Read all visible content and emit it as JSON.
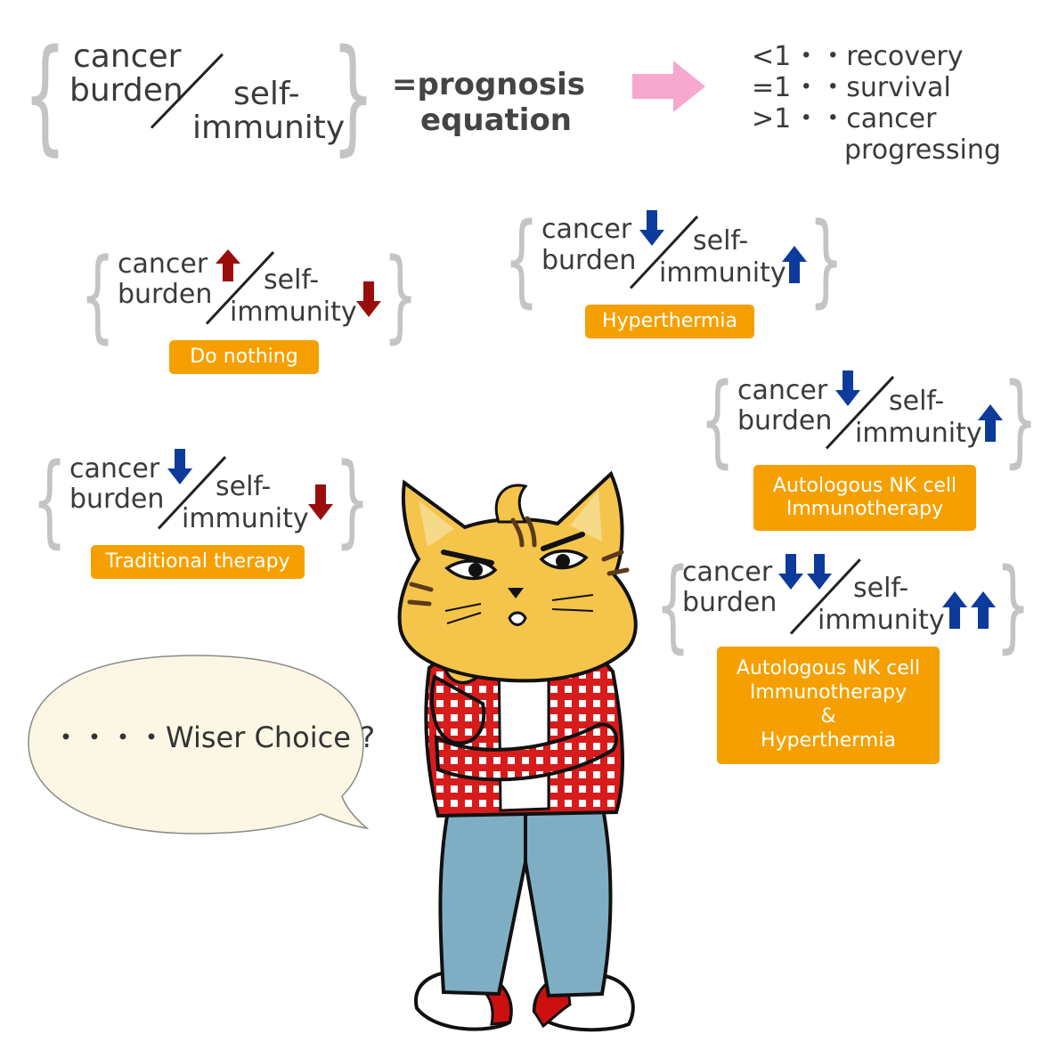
{
  "main_equation": {
    "numerator": "cancer burden",
    "numerator_line1": "cancer",
    "numerator_line2": "burden",
    "denominator_line1": "self-",
    "denominator_line2": "immunity",
    "equals_text": "=prognosis",
    "equals_text_line2": "equation"
  },
  "legend": {
    "items": [
      {
        "condition": "<1",
        "dots": "・・",
        "result": "recovery"
      },
      {
        "condition": "=1",
        "dots": "・・",
        "result": "survival"
      },
      {
        "condition": ">1",
        "dots": "・・",
        "result": "cancer"
      }
    ],
    "last_result_line2": "progressing"
  },
  "scenarios": [
    {
      "id": "do-nothing",
      "label": "Do nothing",
      "cancer_arrow": "up",
      "immunity_arrow": "down"
    },
    {
      "id": "hyperthermia",
      "label": "Hyperthermia",
      "cancer_arrow": "down",
      "immunity_arrow": "up"
    },
    {
      "id": "nk-cell",
      "label_line1": "Autologous NK cell",
      "label_line2": "Immunotherapy",
      "cancer_arrow": "down",
      "immunity_arrow": "up"
    },
    {
      "id": "traditional",
      "label": "Traditional therapy",
      "cancer_arrow": "down",
      "immunity_arrow": "down"
    },
    {
      "id": "nk-hyper",
      "label_line1": "Autologous NK cell",
      "label_line2": "Immunotherapy",
      "label_line3": "&",
      "label_line4": "Hyperthermia",
      "cancer_arrow": "double-down",
      "immunity_arrow": "double-up"
    }
  ],
  "speech_bubble": {
    "text": "・・・・Wiser Choice ?"
  },
  "colors": {
    "label_bg": "#f5a000",
    "arrow_up_red": "#9b0d0d",
    "arrow_down_blue": "#0d3b9b",
    "pink_arrow": "#f7a8cf",
    "brace": "#c4c4c4",
    "bubble_fill": "#fbf7e4"
  },
  "character": {
    "icon": "tiger-cat-icon"
  }
}
